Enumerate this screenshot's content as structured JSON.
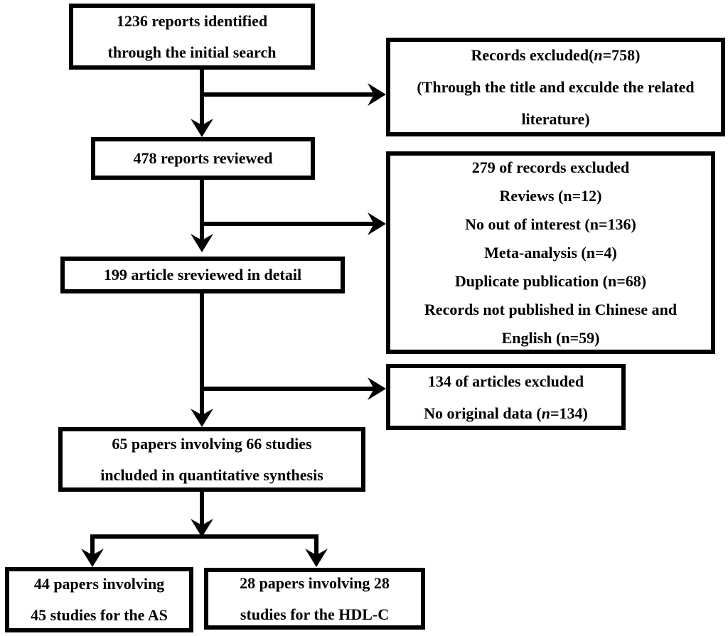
{
  "diagram": {
    "background_color": "#ffffff",
    "line_color": "#000000",
    "text_color": "#000000",
    "boxes": {
      "initial_search": {
        "line1": "1236 reports identified",
        "line2": "through the initial search"
      },
      "records_excluded_758": {
        "title_pre": "Records excluded(",
        "title_n": "n",
        "title_post": "=758)",
        "line2": "(Through the title and exculde the related",
        "line3": "literature)"
      },
      "reports_reviewed_478": {
        "line1": "478 reports reviewed"
      },
      "records_excluded_279": {
        "line1": "279 of records excluded",
        "line2": "Reviews (n=12)",
        "line3": "No out of interest (n=136)",
        "line4": "Meta-analysis (n=4)",
        "line5": "Duplicate publication (n=68)",
        "line6": "Records not published in Chinese and",
        "line7": "English (n=59)"
      },
      "articles_reviewed_199": {
        "line1": "199 article sreviewed in detail"
      },
      "articles_excluded_134": {
        "line1": "134 of articles excluded",
        "line2_pre": "No original data (",
        "line2_n": "n",
        "line2_post": "=134)"
      },
      "quantitative_synthesis_65": {
        "line1": "65 papers involving 66 studies",
        "line2": "included in quantitative synthesis"
      },
      "as_44": {
        "line1": "44 papers involving",
        "line2": "45 studies for the AS"
      },
      "hdl_28": {
        "line1": "28 papers involving 28",
        "line2": "studies for the HDL-C"
      }
    }
  }
}
